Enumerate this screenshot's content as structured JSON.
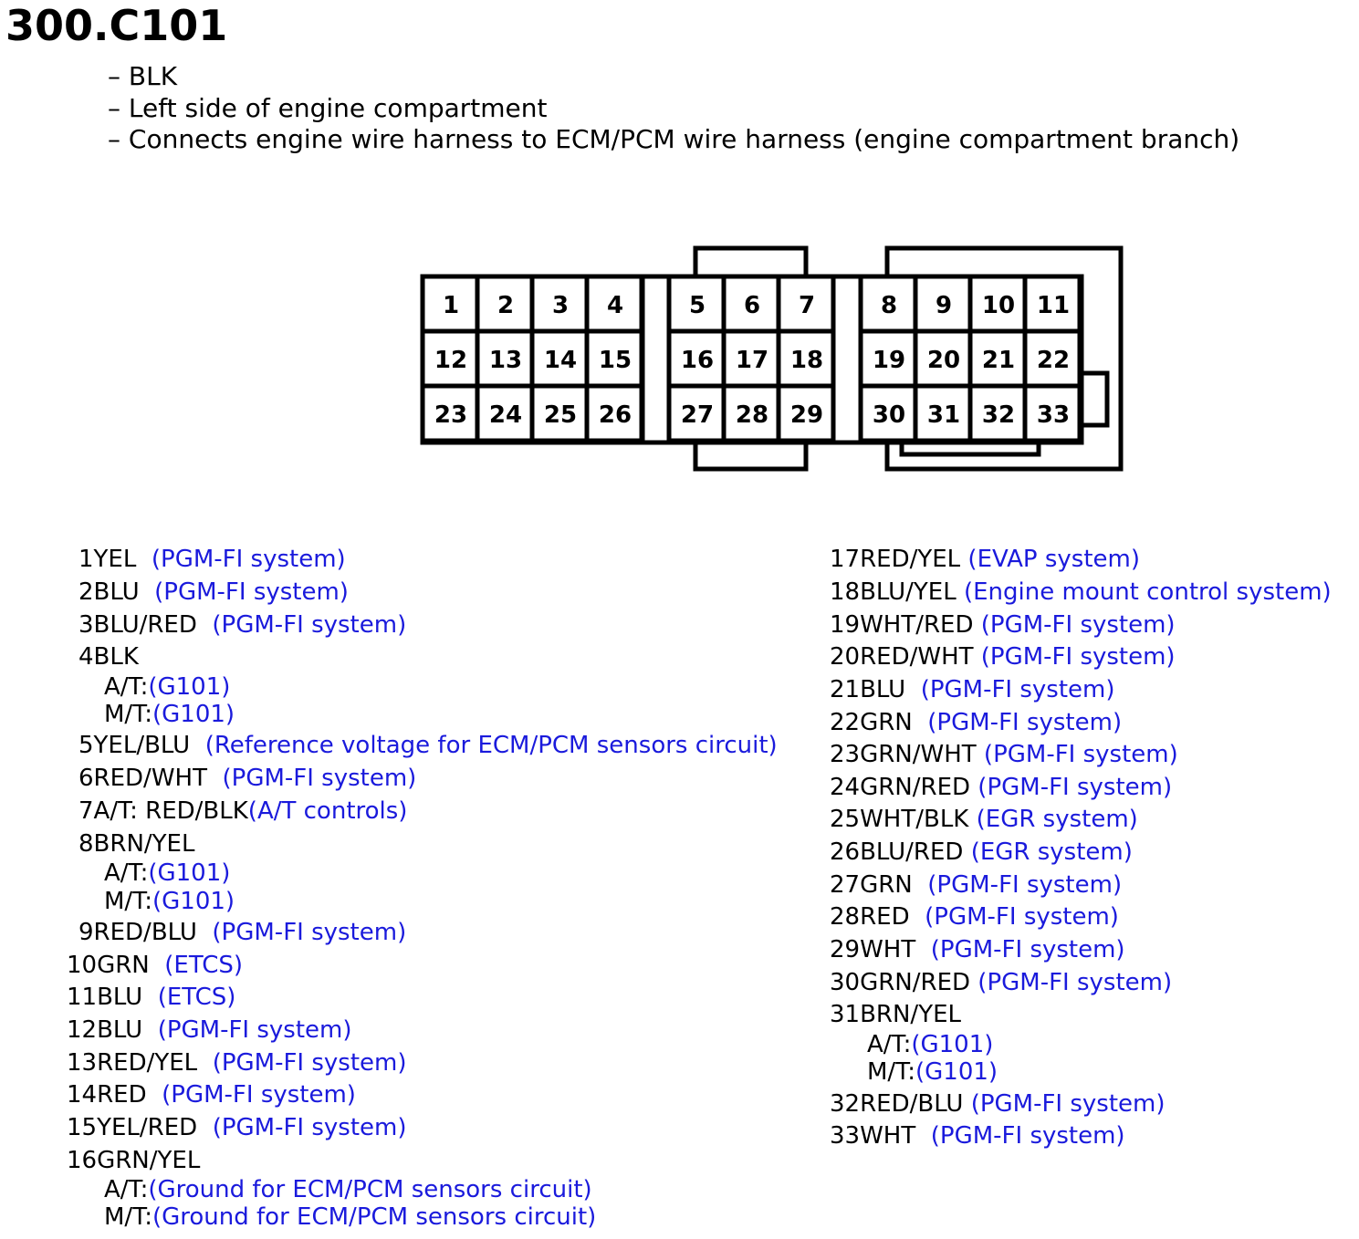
{
  "title": "300.C101",
  "notes": [
    "BLK",
    "Left side of engine compartment",
    "Connects engine wire harness to ECM/PCM wire harness (engine compartment branch)"
  ],
  "colors": {
    "text": "#000000",
    "description": "#1a1adc"
  },
  "connector": {
    "pins": [
      "1",
      "2",
      "3",
      "4",
      "5",
      "6",
      "7",
      "8",
      "9",
      "10",
      "11",
      "12",
      "13",
      "14",
      "15",
      "16",
      "17",
      "18",
      "19",
      "20",
      "21",
      "22",
      "23",
      "24",
      "25",
      "26",
      "27",
      "28",
      "29",
      "30",
      "31",
      "32",
      "33"
    ]
  },
  "pinout": {
    "p1": {
      "wire": "1YEL",
      "desc": "(PGM-FI system)"
    },
    "p2": {
      "wire": "2BLU",
      "desc": "(PGM-FI system)"
    },
    "p3": {
      "wire": "3BLU/RED",
      "desc": "(PGM-FI system)"
    },
    "p4": {
      "wire": "4BLK",
      "at": "A/T:",
      "at_desc": "(G101)",
      "mt": "M/T:",
      "mt_desc": "(G101)"
    },
    "p5": {
      "wire": "5YEL/BLU",
      "desc": "(Reference voltage for ECM/PCM sensors circuit)"
    },
    "p6": {
      "wire": "6RED/WHT",
      "desc": "(PGM-FI system)"
    },
    "p7": {
      "wire": "7A/T: RED/BLK",
      "desc": "(A/T controls)"
    },
    "p8": {
      "wire": "8BRN/YEL",
      "at": "A/T:",
      "at_desc": "(G101)",
      "mt": "M/T:",
      "mt_desc": "(G101)"
    },
    "p9": {
      "wire": "9RED/BLU",
      "desc": "(PGM-FI system)"
    },
    "p10": {
      "wire": "10GRN",
      "desc": "(ETCS)"
    },
    "p11": {
      "wire": "11BLU",
      "desc": "(ETCS)"
    },
    "p12": {
      "wire": "12BLU",
      "desc": "(PGM-FI system)"
    },
    "p13": {
      "wire": "13RED/YEL",
      "desc": "(PGM-FI system)"
    },
    "p14": {
      "wire": "14RED",
      "desc": "(PGM-FI system)"
    },
    "p15": {
      "wire": "15YEL/RED",
      "desc": "(PGM-FI system)"
    },
    "p16": {
      "wire": "16GRN/YEL",
      "at": "A/T:",
      "at_desc": "(Ground for ECM/PCM sensors circuit)",
      "mt": "M/T:",
      "mt_desc": "(Ground for ECM/PCM sensors circuit)"
    },
    "p17": {
      "wire": "17RED/YEL",
      "desc": "(EVAP system)"
    },
    "p18": {
      "wire": "18BLU/YEL",
      "desc": "(Engine mount control system)"
    },
    "p19": {
      "wire": "19WHT/RED",
      "desc": "(PGM-FI system)"
    },
    "p20": {
      "wire": "20RED/WHT",
      "desc": "(PGM-FI system)"
    },
    "p21": {
      "wire": "21BLU",
      "desc": "(PGM-FI system)"
    },
    "p22": {
      "wire": "22GRN",
      "desc": "(PGM-FI system)"
    },
    "p23": {
      "wire": "23GRN/WHT",
      "desc": "(PGM-FI system)"
    },
    "p24": {
      "wire": "24GRN/RED",
      "desc": "(PGM-FI system)"
    },
    "p25": {
      "wire": "25WHT/BLK",
      "desc": "(EGR system)"
    },
    "p26": {
      "wire": "26BLU/RED",
      "desc": "(EGR system)"
    },
    "p27": {
      "wire": "27GRN",
      "desc": "(PGM-FI system)"
    },
    "p28": {
      "wire": "28RED",
      "desc": "(PGM-FI system)"
    },
    "p29": {
      "wire": "29WHT",
      "desc": "(PGM-FI system)"
    },
    "p30": {
      "wire": "30GRN/RED",
      "desc": "(PGM-FI system)"
    },
    "p31": {
      "wire": "31BRN/YEL",
      "at": "A/T:",
      "at_desc": "(G101)",
      "mt": "M/T:",
      "mt_desc": "(G101)"
    },
    "p32": {
      "wire": "32RED/BLU",
      "desc": "(PGM-FI system)"
    },
    "p33": {
      "wire": "33WHT",
      "desc": "(PGM-FI system)"
    }
  }
}
